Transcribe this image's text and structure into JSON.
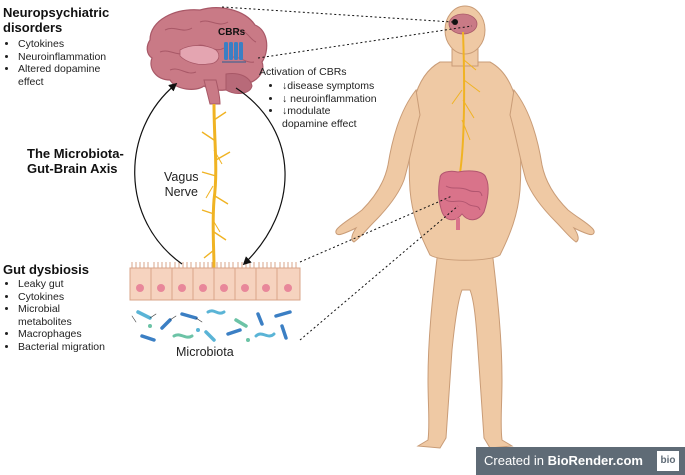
{
  "neuro": {
    "title_lines": [
      "Neuropsychiatric",
      "disorders"
    ],
    "items": [
      "Cytokines",
      "Neuroinflammation",
      "Altered dopamine",
      "effect"
    ]
  },
  "cbrs_label": "CBRs",
  "activation": {
    "title": "Activation of CBRs",
    "items": [
      "↓disease symptoms",
      "↓ neuroinflammation",
      "↓modulate",
      "dopamine effect"
    ]
  },
  "axis_title_lines": [
    "The Microbiota-",
    "Gut-Brain Axis"
  ],
  "vagus_lines": [
    "Vagus",
    "Nerve"
  ],
  "dysbiosis": {
    "title": "Gut dysbiosis",
    "items": [
      "Leaky gut",
      "Cytokines",
      "Microbial",
      "metabolites",
      "Macrophages",
      "Bacterial migration"
    ]
  },
  "microbiota_label": "Microbiota",
  "credit": {
    "prefix": "Created in ",
    "brand": "BioRender.com",
    "logo": "bio"
  },
  "colors": {
    "brain": "#c97a86",
    "brain_dark": "#a85867",
    "nerve": "#f0b323",
    "skin": "#efc9a4",
    "skin_line": "#c99c77",
    "gut": "#d9738a",
    "cell": "#f6d3bf",
    "cell_line": "#d9a48a",
    "nucleus": "#e8879a",
    "cbr": "#3b7fc4",
    "credit_bg": "#5f6b76"
  }
}
